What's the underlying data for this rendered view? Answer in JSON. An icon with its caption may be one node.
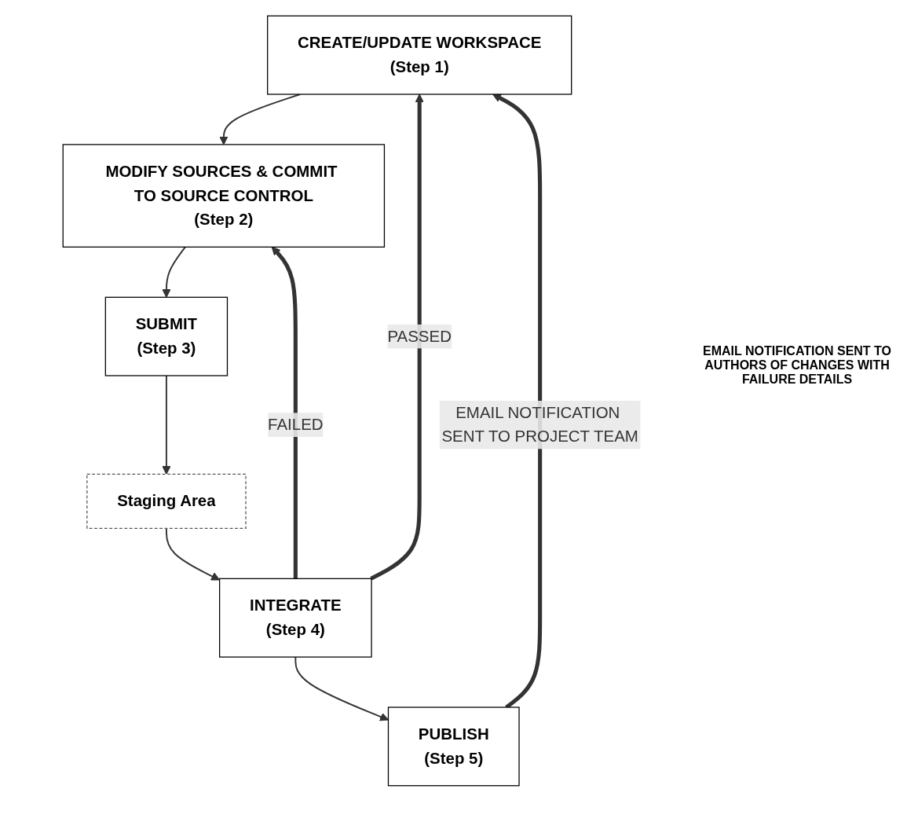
{
  "diagram": {
    "nodes": [
      {
        "text": [
          "CREATE/UPDATE WORKSPACE",
          "(Step 1)"
        ]
      },
      {
        "text": [
          "MODIFY SOURCES & COMMIT TO SOURCE CONTROL",
          "(Step 2)"
        ]
      },
      {
        "text": [
          "SUBMIT",
          "(Step 3)"
        ]
      },
      {
        "text": [
          "Staging Area"
        ]
      },
      {
        "text": [
          "INTEGRATE",
          "(Step 4)"
        ]
      },
      {
        "text": [
          "PUBLISH",
          "(Step 5)"
        ]
      }
    ],
    "edges": [
      {
        "from": 0,
        "to": 1,
        "arrow": "to"
      },
      {
        "from": 1,
        "to": 2,
        "arrow": "to"
      },
      {
        "from": 2,
        "to": 3,
        "arrow": "to"
      },
      {
        "from": 3,
        "to": 4,
        "arrow": "to"
      },
      {
        "from": 4,
        "to": 5,
        "arrow": "to"
      },
      {
        "from": 4,
        "to": 1,
        "arrow": "to",
        "label": "FAILED",
        "style": "thick"
      },
      {
        "from": 4,
        "to": 0,
        "arrow": "to",
        "label": "PASSED",
        "style": "thick"
      },
      {
        "from": 5,
        "to": 0,
        "arrow": "to",
        "label": "EMAIL NOTIFICATION SENT TO PROJECT TEAM",
        "style": "thick"
      }
    ],
    "labels": [
      "EMAIL NOTIFICATION SENT TO AUTHORS OF CHANGES WITH FAILURE DETAILS"
    ]
  }
}
